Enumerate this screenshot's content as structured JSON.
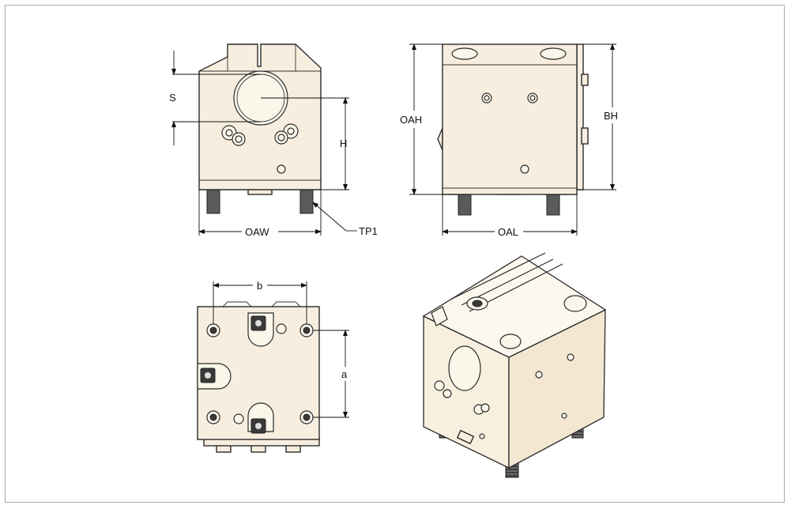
{
  "labels": {
    "s": "S",
    "h": "H",
    "oaw": "OAW",
    "tp1": "TP1",
    "oah": "OAH",
    "bh": "BH",
    "oal": "OAL",
    "b": "b",
    "a": "a"
  },
  "colors": {
    "part_fill": "#f7eedf",
    "line": "#2b2b2b",
    "frame_border": "#a9a9a9"
  }
}
